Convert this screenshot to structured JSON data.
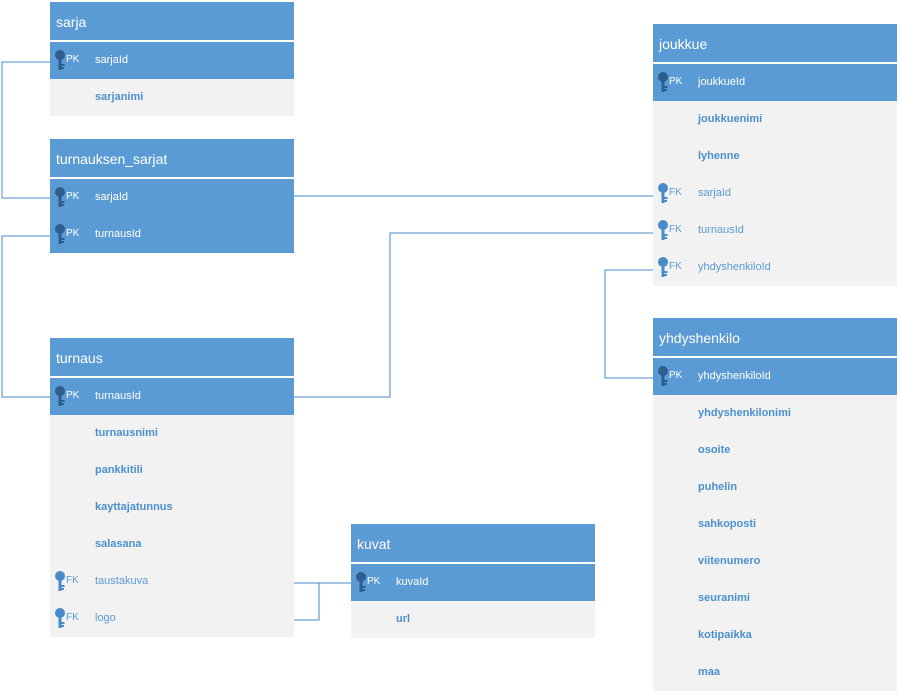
{
  "theme": {
    "header": "#5b9bd5",
    "pk_row": "#5b9bd5",
    "row": "#f2f2f2",
    "field_text": "#5b9bd5",
    "line": "#4a8ac8"
  },
  "entities": {
    "sarja": {
      "title": "sarja",
      "fields": [
        {
          "key": "PK",
          "name": "sarjaId",
          "icon": "key-icon"
        },
        {
          "key": "",
          "name": "sarjanimi"
        }
      ]
    },
    "turnauksen_sarjat": {
      "title": "turnauksen_sarjat",
      "fields": [
        {
          "key": "PK",
          "name": "sarjaId",
          "icon": "key-icon"
        },
        {
          "key": "PK",
          "name": "turnausId",
          "icon": "key-icon"
        }
      ]
    },
    "turnaus": {
      "title": "turnaus",
      "fields": [
        {
          "key": "PK",
          "name": "turnausId",
          "icon": "key-icon"
        },
        {
          "key": "",
          "name": "turnausnimi"
        },
        {
          "key": "",
          "name": "pankkitili"
        },
        {
          "key": "",
          "name": "kayttajatunnus"
        },
        {
          "key": "",
          "name": "salasana"
        },
        {
          "key": "FK",
          "name": "taustakuva",
          "icon": "key-icon"
        },
        {
          "key": "FK",
          "name": "logo",
          "icon": "key-icon"
        }
      ]
    },
    "kuvat": {
      "title": "kuvat",
      "fields": [
        {
          "key": "PK",
          "name": "kuvaId",
          "icon": "key-icon"
        },
        {
          "key": "",
          "name": "url"
        }
      ]
    },
    "joukkue": {
      "title": "joukkue",
      "fields": [
        {
          "key": "PK",
          "name": "joukkueId",
          "icon": "key-icon"
        },
        {
          "key": "",
          "name": "joukkuenimi"
        },
        {
          "key": "",
          "name": "lyhenne"
        },
        {
          "key": "FK",
          "name": "sarjaId",
          "icon": "key-icon"
        },
        {
          "key": "FK",
          "name": "turnausId",
          "icon": "key-icon"
        },
        {
          "key": "FK",
          "name": "yhdyshenkiloId",
          "icon": "key-icon"
        }
      ]
    },
    "yhdyshenkilo": {
      "title": "yhdyshenkilo",
      "fields": [
        {
          "key": "PK",
          "name": "yhdyshenkiloId",
          "icon": "key-icon"
        },
        {
          "key": "",
          "name": "yhdyshenkilonimi"
        },
        {
          "key": "",
          "name": "osoite"
        },
        {
          "key": "",
          "name": "puhelin"
        },
        {
          "key": "",
          "name": "sahkoposti"
        },
        {
          "key": "",
          "name": "viitenumero"
        },
        {
          "key": "",
          "name": "seuranimi"
        },
        {
          "key": "",
          "name": "kotipaikka"
        },
        {
          "key": "",
          "name": "maa"
        }
      ]
    }
  }
}
